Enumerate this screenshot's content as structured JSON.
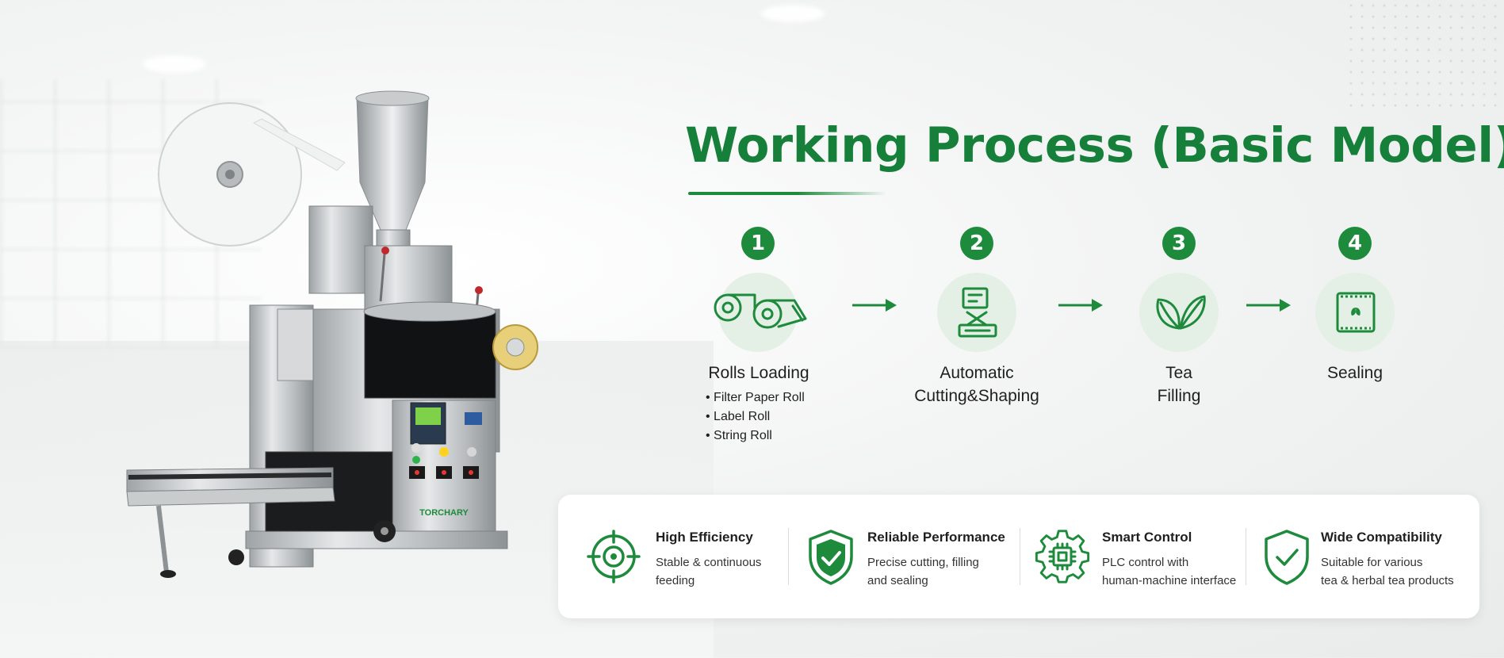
{
  "title": "Working Process (Basic Model)",
  "colors": {
    "brand_green": "#1d8a3c",
    "icon_bg": "#e4f0e6"
  },
  "machine": {
    "brand": "TORCHARY"
  },
  "steps": [
    {
      "number": "1",
      "label": "Rolls Loading",
      "icon": "paper-rolls-icon"
    },
    {
      "number": "2",
      "label_line1": "Automatic",
      "label_line2": "Cutting&Shaping",
      "icon": "cutting-machine-icon"
    },
    {
      "number": "3",
      "label_line1": "Tea",
      "label_line2": "Filling",
      "icon": "tea-leaf-icon"
    },
    {
      "number": "4",
      "label": "Sealing",
      "icon": "sealed-bag-icon"
    }
  ],
  "rolls": [
    "Filter Paper Roll",
    "Label Roll",
    "String Roll"
  ],
  "features": [
    {
      "title": "High Efficiency",
      "desc_line1": "Stable & continuous",
      "desc_line2": "feeding",
      "icon": "target-icon"
    },
    {
      "title": "Reliable Performance",
      "desc_line1": "Precise cutting, filling",
      "desc_line2": "and sealing",
      "icon": "shield-check-icon"
    },
    {
      "title": "Smart Control",
      "desc_line1": "PLC control with",
      "desc_line2": "human-machine interface",
      "icon": "chip-gear-icon"
    },
    {
      "title": "Wide Compatibility",
      "desc_line1": "Suitable for various",
      "desc_line2": "tea & herbal tea products",
      "icon": "shield-tick-icon"
    }
  ]
}
